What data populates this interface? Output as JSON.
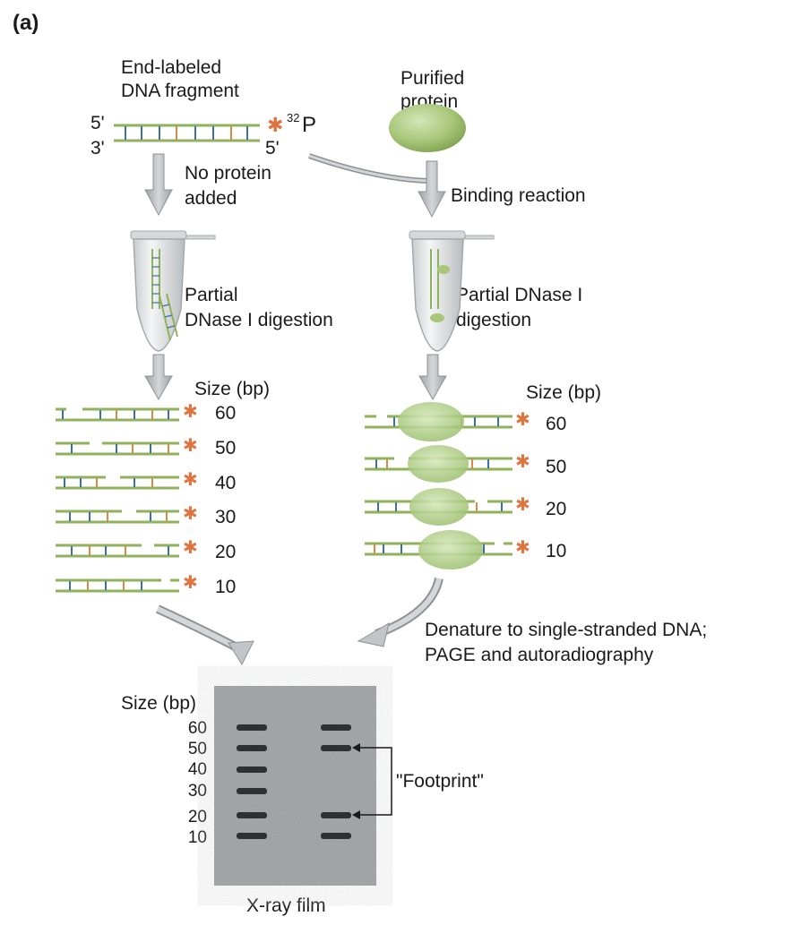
{
  "panel_label": "(a)",
  "labels": {
    "end_labeled": [
      "End-labeled",
      "DNA fragment"
    ],
    "five_prime_top": "5'",
    "three_prime_bottom": "3'",
    "five_prime_bottom": "5'",
    "label_sup": "32",
    "label_p": "P",
    "purified_protein": [
      "Purified",
      "protein"
    ],
    "no_protein": [
      "No protein",
      "added"
    ],
    "binding_reaction": "Binding reaction",
    "partial_left": [
      "Partial",
      "DNase I digestion"
    ],
    "partial_right": [
      "Partial DNase I",
      "digestion"
    ],
    "size_bp": "Size (bp)",
    "denature": [
      "Denature to single-stranded DNA;",
      "PAGE and autoradiography"
    ],
    "footprint": "\"Footprint\"",
    "xray_film": "X-ray film"
  },
  "left_sizes": [
    "60",
    "50",
    "40",
    "30",
    "20",
    "10"
  ],
  "right_sizes": [
    "60",
    "50",
    "20",
    "10"
  ],
  "gel_sizes": [
    "60",
    "50",
    "40",
    "30",
    "20",
    "10"
  ],
  "colors": {
    "dna_strand": "#8fb35a",
    "dna_tick_blue": "#3d6fb0",
    "dna_tick_orange": "#d9894a",
    "label_star": "#e0743f",
    "protein": "#a8c77a",
    "arrow": "#b8babd",
    "gel_bg": "#9a9ca0",
    "band": "#2f3033"
  }
}
